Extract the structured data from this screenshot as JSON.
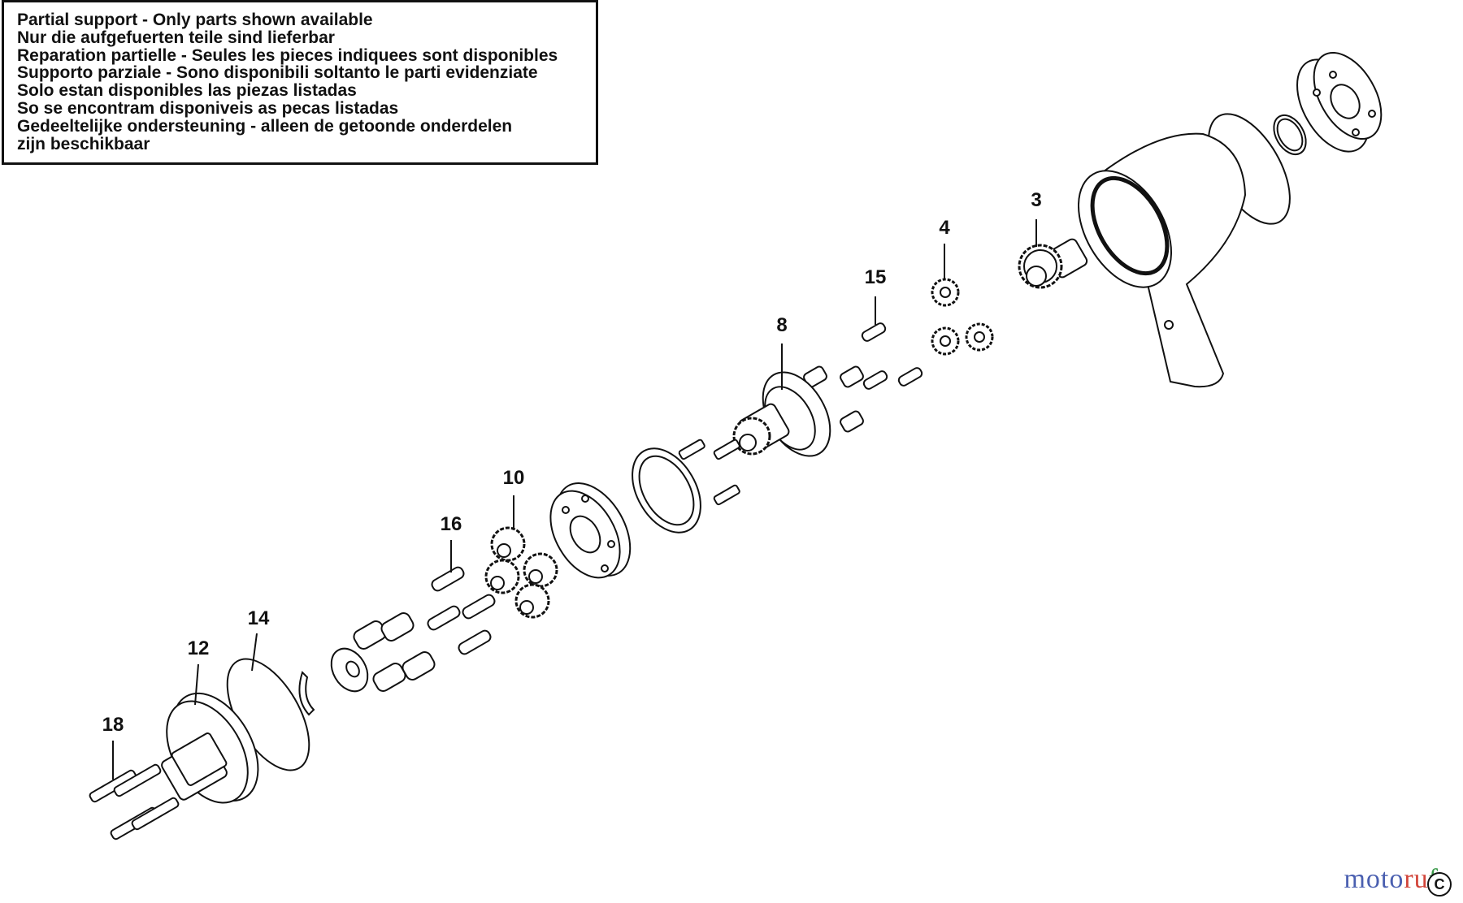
{
  "notice": {
    "lines": [
      "Partial support - Only parts shown available",
      "Nur die aufgefuerten teile sind lieferbar",
      "Reparation partielle - Seules les pieces indiquees sont disponibles",
      "Supporto parziale - Sono disponibili soltanto le parti evidenziate",
      "Solo estan disponibles las piezas listadas",
      "So se encontram disponiveis as pecas listadas",
      "Gedeeltelijke ondersteuning - alleen de getoonde onderdelen",
      "zijn beschikbaar"
    ]
  },
  "callouts": {
    "c3": "3",
    "c4": "4",
    "c15": "15",
    "c8": "8",
    "c10": "10",
    "c16": "16",
    "c14": "14",
    "c12": "12",
    "c18": "18"
  },
  "watermark": {
    "part_a": "moto",
    "part_b": "ru",
    "part_c": "f"
  },
  "corner_mark": "C",
  "colors": {
    "line": "#111111",
    "background": "#ffffff"
  }
}
